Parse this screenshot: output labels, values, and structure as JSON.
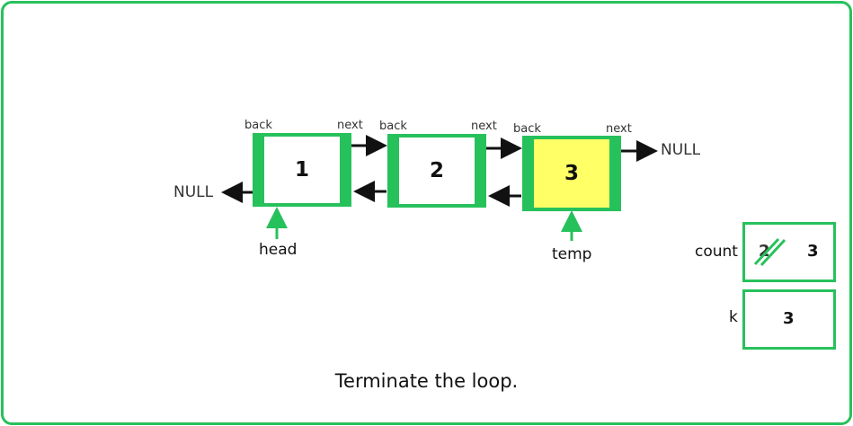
{
  "nodes": [
    {
      "value": "1",
      "back_label": "back",
      "next_label": "next"
    },
    {
      "value": "2",
      "back_label": "back",
      "next_label": "next"
    },
    {
      "value": "3",
      "back_label": "back",
      "next_label": "next"
    }
  ],
  "null_left": "NULL",
  "null_right": "NULL",
  "pointers": {
    "head": "head",
    "temp": "temp"
  },
  "vars": {
    "count": {
      "label": "count",
      "old_value": "2",
      "value": "3"
    },
    "k": {
      "label": "k",
      "value": "3"
    }
  },
  "caption": "Terminate the loop.",
  "colors": {
    "accent": "#27c15c",
    "highlight": "#ffff66"
  }
}
